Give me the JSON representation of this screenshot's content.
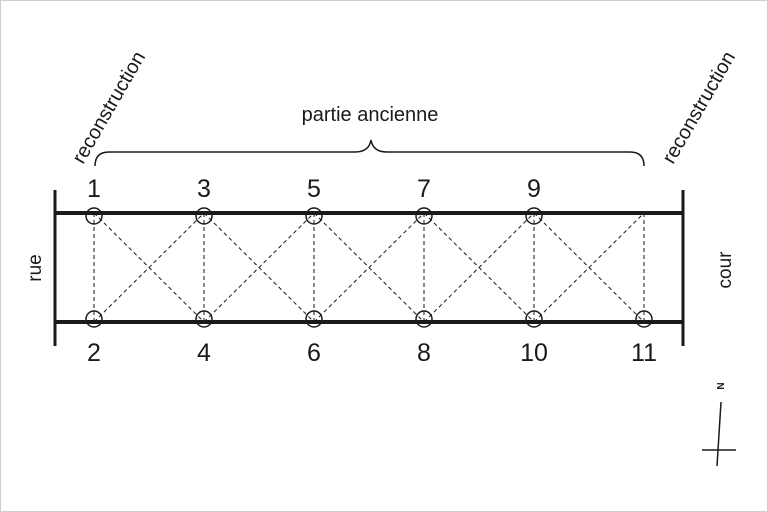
{
  "labels": {
    "partie_ancienne": "partie ancienne",
    "reconstruction_left": "reconstruction",
    "reconstruction_right": "reconstruction",
    "rue": "rue",
    "cour": "cour",
    "north": "N"
  },
  "posts": {
    "top": [
      "1",
      "3",
      "5",
      "7",
      "9"
    ],
    "bottom": [
      "2",
      "4",
      "6",
      "8",
      "10",
      "11"
    ]
  },
  "colors": {
    "line": "#1a1a1a",
    "frame": "#cfcfcf"
  }
}
